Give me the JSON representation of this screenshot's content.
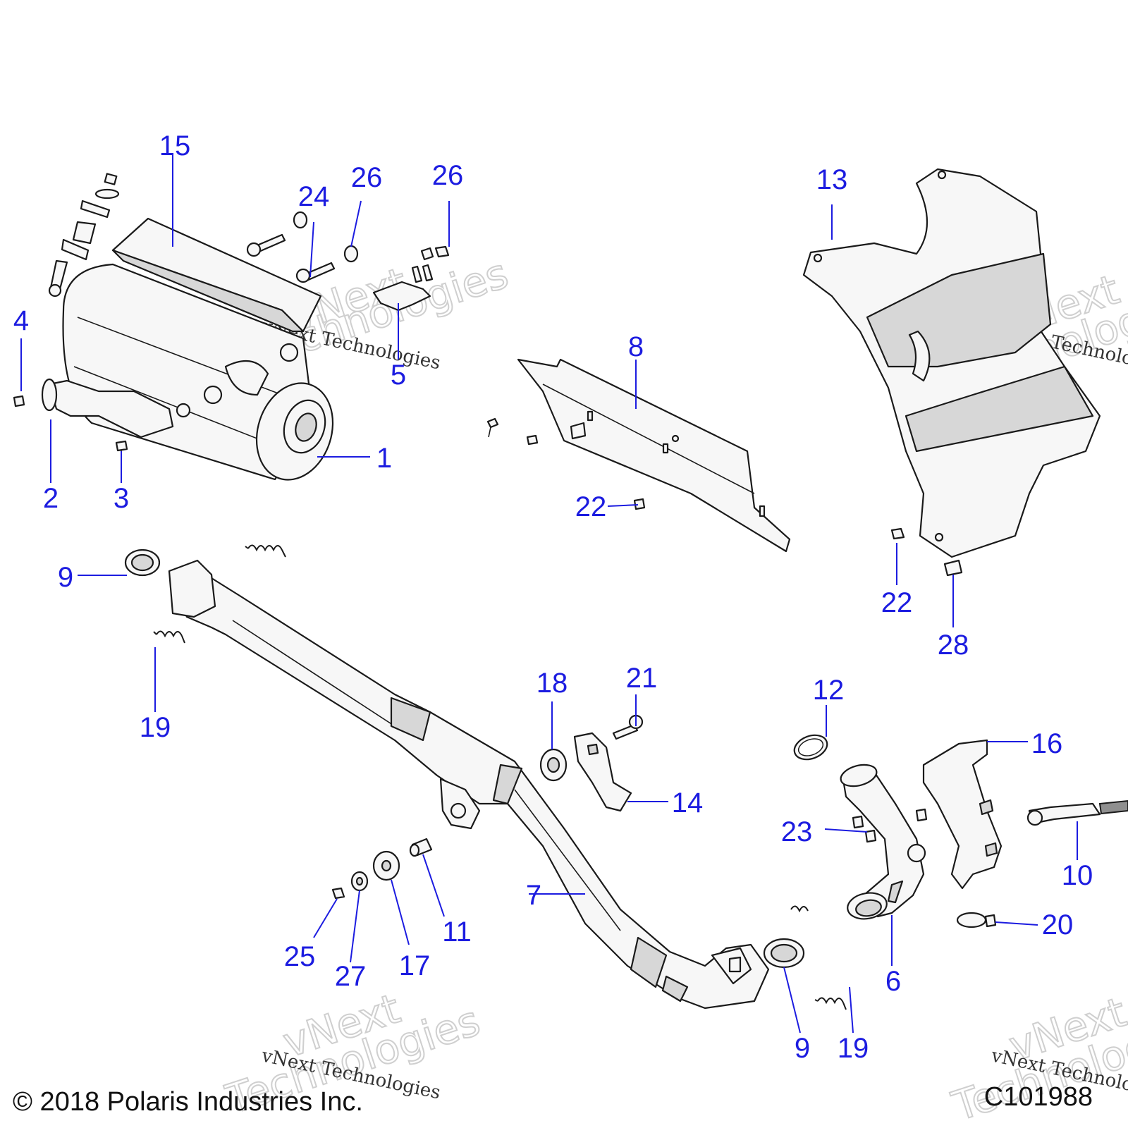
{
  "callouts": {
    "c1": "1",
    "c2": "2",
    "c3": "3",
    "c4": "4",
    "c5": "5",
    "c6": "6",
    "c7": "7",
    "c8": "8",
    "c9a": "9",
    "c9b": "9",
    "c10": "10",
    "c11": "11",
    "c12": "12",
    "c13": "13",
    "c14": "14",
    "c15": "15",
    "c16": "16",
    "c17": "17",
    "c18": "18",
    "c19a": "19",
    "c19b": "19",
    "c20": "20",
    "c21": "21",
    "c22a": "22",
    "c22b": "22",
    "c23": "23",
    "c24": "24",
    "c25": "25",
    "c26a": "26",
    "c26b": "26",
    "c27": "27",
    "c28": "28"
  },
  "watermark": {
    "small": "vNext Technologies",
    "big_line1": "vNext",
    "big_line2": "Technologies"
  },
  "footer": {
    "copyright": "© 2018 Polaris Industries Inc.",
    "diagram_code": "C101988"
  },
  "colors": {
    "callout": "#1c1ce0",
    "line_art": "#1a1a1a"
  }
}
